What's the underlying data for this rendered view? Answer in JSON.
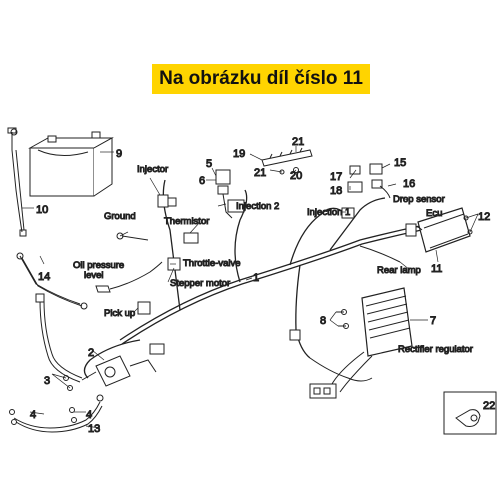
{
  "header": {
    "title": "Na obrázku díl číslo 11",
    "accent_color": "#ffd400"
  },
  "diagram": {
    "labels": {
      "injector": "Injector",
      "ground": "Ground",
      "thermistor": "Thermistor",
      "oil_pressure_1": "Oil pressure",
      "oil_pressure_2": "level",
      "throttle_valve": "Throttle-valve",
      "stepper_motor": "Stepper motor",
      "pick_up": "Pick up",
      "injection_2": "Injection 2",
      "injection_1": "Injection 1",
      "drop_sensor": "Drop sensor",
      "ecu": "Ecu",
      "rear_lamp": "Rear lamp",
      "rectifier_regulator": "Rectifier regulator"
    },
    "part_numbers": {
      "n1": "1",
      "n2": "2",
      "n3": "3",
      "n4a": "4",
      "n4b": "4",
      "n5": "5",
      "n6": "6",
      "n7": "7",
      "n8": "8",
      "n9": "9",
      "n10": "10",
      "n11": "11",
      "n12": "12",
      "n13": "13",
      "n14": "14",
      "n15": "15",
      "n16": "16",
      "n17": "17",
      "n18": "18",
      "n19": "19",
      "n20": "20",
      "n21a": "21",
      "n21b": "21",
      "n22": "22"
    }
  }
}
